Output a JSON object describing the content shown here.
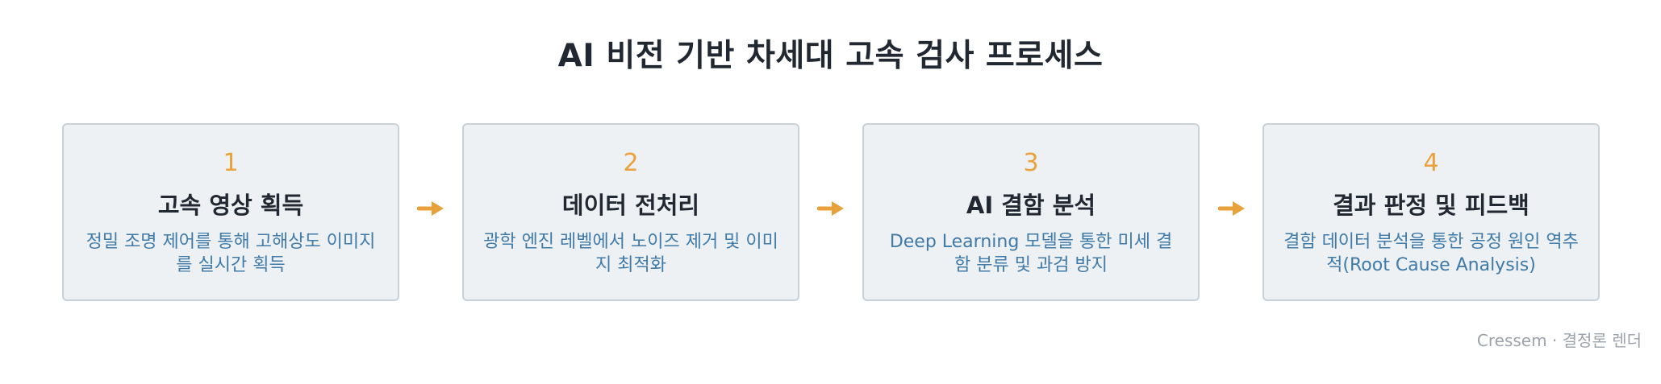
{
  "title": "AI 비전 기반 차세대 고속 검사 프로세스",
  "steps": [
    {
      "number": "1",
      "title": "고속 영상 획득",
      "desc": "정밀 조명 제어를 통해 고해상도 이미지를 실시간 획득"
    },
    {
      "number": "2",
      "title": "데이터 전처리",
      "desc": "광학 엔진 레벨에서 노이즈 제거 및 이미지 최적화"
    },
    {
      "number": "3",
      "title": "AI 결함 분석",
      "desc": "Deep Learning 모델을 통한 미세 결함 분류 및 과검 방지"
    },
    {
      "number": "4",
      "title": "결과 판정 및 피드백",
      "desc": "결함 데이터 분석을 통한 공정 원인 역추적(Root Cause Analysis)"
    }
  ],
  "footer": "Cressem · 결정론 렌더",
  "colors": {
    "accent": "#e9a13b",
    "desc_text": "#3f7aa8",
    "box_fill": "#edf1f4",
    "box_border": "#c9d1d8"
  }
}
